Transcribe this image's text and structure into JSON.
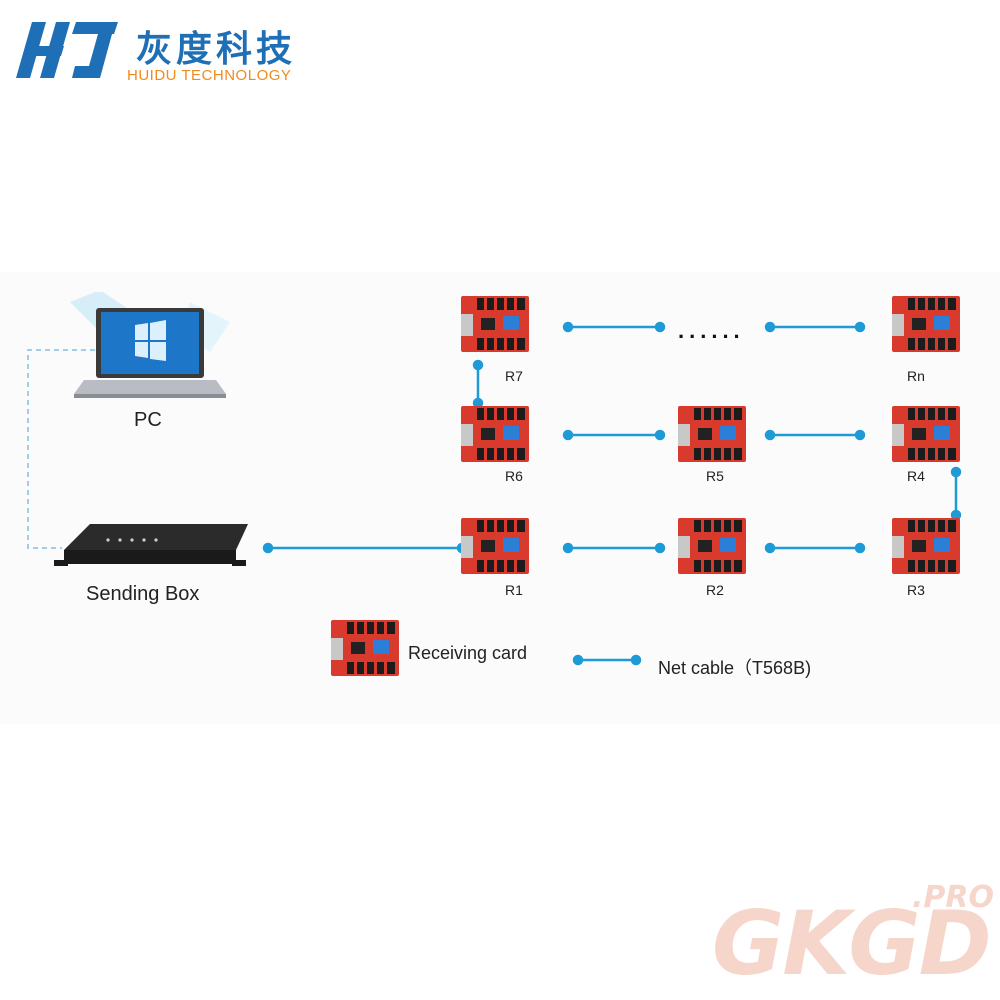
{
  "logo": {
    "name_cn": "灰度科技",
    "name_en": "HUIDU TECHNOLOGY",
    "colors": {
      "blue": "#1e6fb5",
      "orange": "#f08a1c"
    }
  },
  "devices": {
    "pc_label": "PC",
    "sending_box_label": "Sending Box"
  },
  "receiving_cards": {
    "r1": "R1",
    "r2": "R2",
    "r3": "R3",
    "r4": "R4",
    "r5": "R5",
    "r6": "R6",
    "r7": "R7",
    "rn": "Rn"
  },
  "continuation": "......",
  "legend": {
    "receiving_card": "Receiving card",
    "net_cable": "Net cable（T568B)"
  },
  "watermark": {
    "main": "GKGD",
    "suffix": ".PRO"
  },
  "colors": {
    "cable": "#1e9bd7",
    "card": "#d83a2e",
    "dashed": "#7fc2e8"
  }
}
